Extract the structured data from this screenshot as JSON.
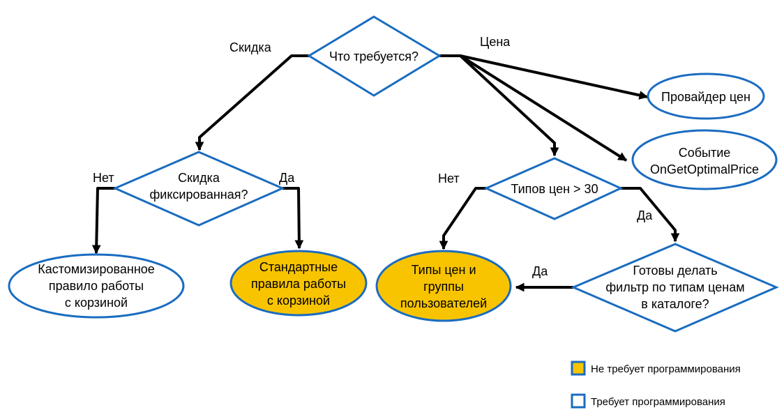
{
  "colors": {
    "border": "#1a6cc0",
    "filled": "#f8c400",
    "arrow": "#000000",
    "background": "#ffffff"
  },
  "nodes": {
    "q_what": "Что требуется?",
    "q_discount_fixed": [
      "Скидка",
      "фиксированная?"
    ],
    "q_price_types": "Типов цен > 30",
    "q_ready_filter": [
      "Готовы делать",
      "фильтр по типам ценам",
      "в каталоге?"
    ],
    "r_custom_rule": [
      "Кастомизированное",
      "правило работы",
      "с корзиной"
    ],
    "r_standard_rules": [
      "Стандартные",
      "правила работы",
      "с корзиной"
    ],
    "r_price_types_groups": [
      "Типы цен и",
      "группы",
      "пользователей"
    ],
    "r_price_provider": "Провайдер цен",
    "r_event": [
      "Событие",
      "OnGetOptimalPrice"
    ]
  },
  "edge_labels": {
    "discount": "Скидка",
    "price": "Цена",
    "no_left": "Нет",
    "yes_left": "Да",
    "no_right": "Нет",
    "yes_right": "Да",
    "yes_filter": "Да"
  },
  "legend": {
    "no_programming": "Не требует программирования",
    "programming": "Требует программирования"
  }
}
